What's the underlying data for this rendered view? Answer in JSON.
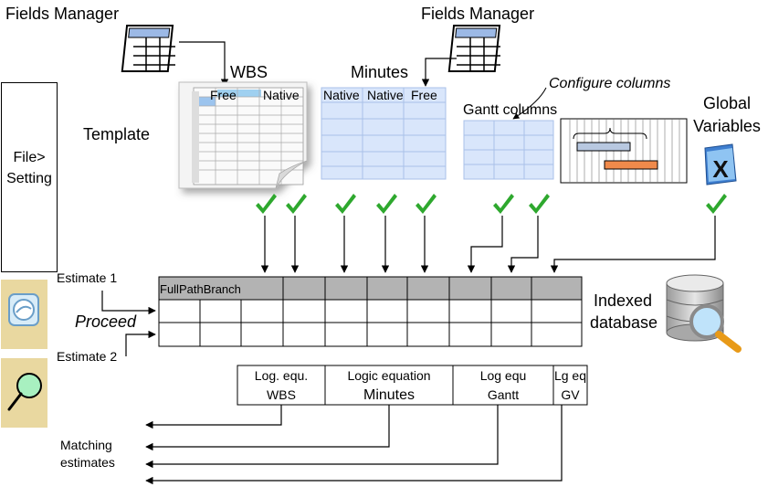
{
  "labels": {
    "fields_manager_left": "Fields Manager",
    "fields_manager_right": "Fields Manager",
    "wbs": "WBS",
    "minutes": "Minutes",
    "configure_columns": "Configure columns",
    "template": "Template",
    "gantt_columns": "Gantt columns",
    "global_variables_line1": "Global",
    "global_variables_line2": "Variables",
    "file_setting_line1": "File>",
    "file_setting_line2": "Setting",
    "estimate1": "Estimate 1",
    "estimate2": "Estimate 2",
    "proceed": "Proceed",
    "indexed_database_line1": "Indexed",
    "indexed_database_line2": "database",
    "matching_estimates_line1": "Matching",
    "matching_estimates_line2": "estimates"
  },
  "wbs_sheet_headers": [
    "Free",
    "Native"
  ],
  "minutes_sheet_headers": [
    "Native",
    "Native",
    "Free"
  ],
  "db_first_column": "FullPathBranch",
  "logic_boxes": [
    {
      "line1": "Log. equ.",
      "line2": "WBS"
    },
    {
      "line1": "Logic equation",
      "line2": "Minutes"
    },
    {
      "line1": "Log equ",
      "line2": "Gantt"
    },
    {
      "line1": "Lg eq",
      "line2": "GV"
    }
  ],
  "global_variables_icon_letter": "X",
  "colors": {
    "check_green": "#2ea82e",
    "table_header_gray": "#b3b3b3",
    "sheet_blue": "#cfe0fb",
    "gantt_bar_blue": "#b8c8e0",
    "gantt_bar_orange": "#f08a4b",
    "side_icon_bg": "#e9d8a0",
    "magnifier_green": "#a8f0c0"
  }
}
